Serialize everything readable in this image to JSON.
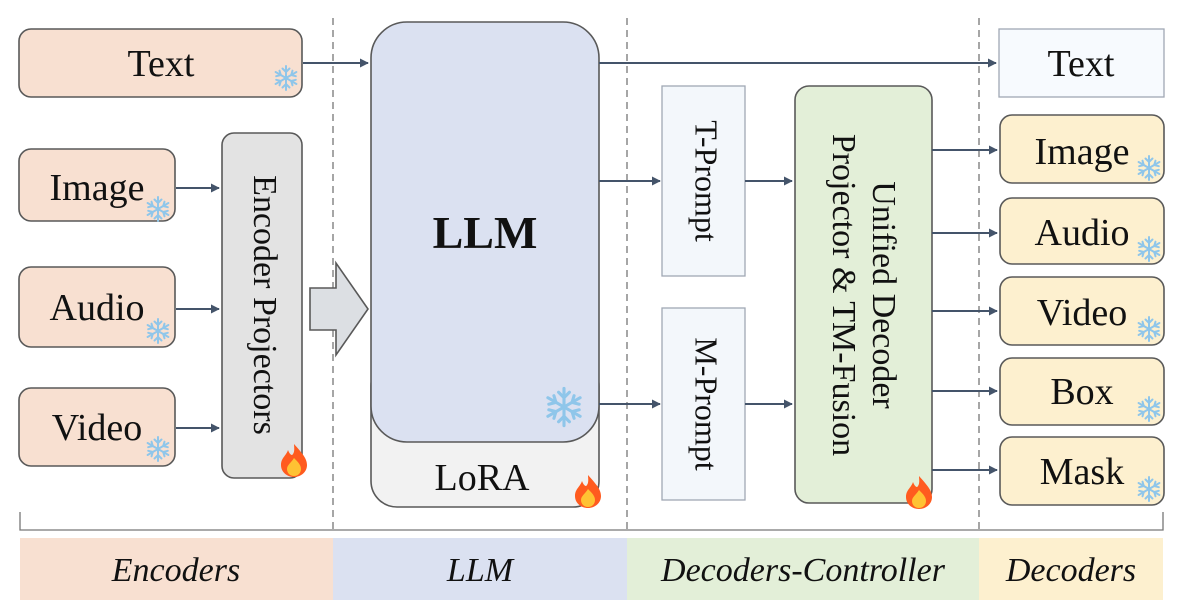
{
  "colors": {
    "encoder_fill": "#f8e0d1",
    "llm_fill": "#dbe1f1",
    "lora_fill": "#f2f2f2",
    "proj_fill": "#e3e3e3",
    "prompt_fill": "#f3f7fb",
    "controller_fill": "#e3efd8",
    "decoder_fill": "#fdf0cf",
    "text_out_fill": "#f7fafe",
    "arrow": "#44546a",
    "frozen": "#8fc6ea",
    "trainable": "#ff5b1f"
  },
  "encoders": {
    "text": "Text",
    "image": "Image",
    "audio": "Audio",
    "video": "Video",
    "projectors": "Encoder Projectors"
  },
  "llm": {
    "label": "LLM",
    "lora": "LoRA"
  },
  "controller": {
    "t_prompt": "T-Prompt",
    "m_prompt": "M-Prompt",
    "unified_line1": "Unified Decoder",
    "unified_line2": "Projector & TM-Fusion"
  },
  "decoders": {
    "text": "Text",
    "image": "Image",
    "audio": "Audio",
    "video": "Video",
    "box": "Box",
    "mask": "Mask"
  },
  "sections": {
    "encoders": "Encoders",
    "llm": "LLM",
    "controller": "Decoders-Controller",
    "decoders": "Decoders"
  },
  "icons": {
    "frozen": "snowflake-icon",
    "trainable": "flame-icon"
  }
}
